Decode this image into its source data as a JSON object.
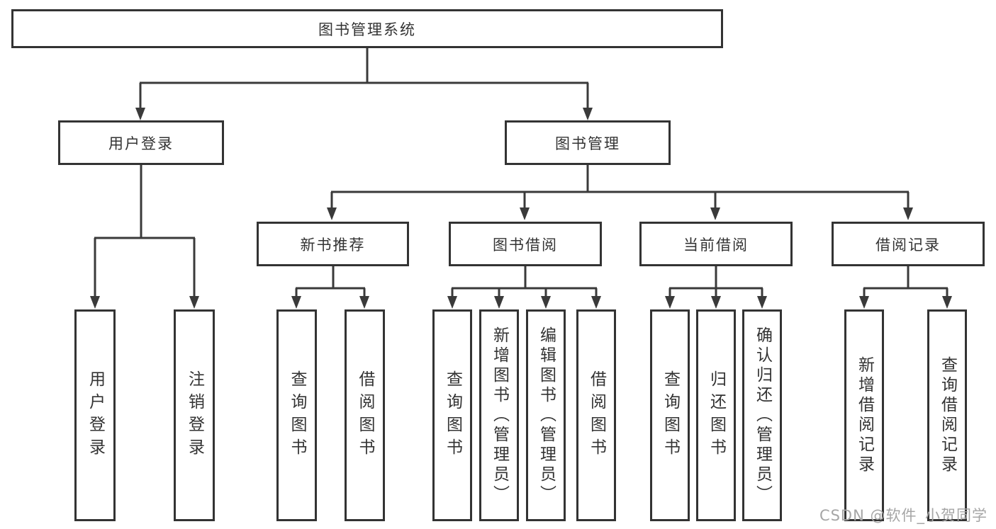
{
  "diagram": {
    "root": {
      "label": "图书管理系统",
      "children": [
        {
          "label": "用户登录",
          "children": [
            {
              "label": "用户登录"
            },
            {
              "label": "注销登录"
            }
          ]
        },
        {
          "label": "图书管理",
          "children": [
            {
              "label": "新书推荐",
              "children": [
                {
                  "label": "查询图书"
                },
                {
                  "label": "借阅图书"
                }
              ]
            },
            {
              "label": "图书借阅",
              "children": [
                {
                  "label": "查询图书"
                },
                {
                  "label": "新增图书（管理员）"
                },
                {
                  "label": "编辑图书（管理员）"
                },
                {
                  "label": "借阅图书"
                }
              ]
            },
            {
              "label": "当前借阅",
              "children": [
                {
                  "label": "查询图书"
                },
                {
                  "label": "归还图书"
                },
                {
                  "label": "确认归还（管理员）"
                }
              ]
            },
            {
              "label": "借阅记录",
              "children": [
                {
                  "label": "新增借阅记录"
                },
                {
                  "label": "查询借阅记录"
                }
              ]
            }
          ]
        }
      ]
    }
  },
  "colors": {
    "line": "#3a3a3a",
    "border": "#333333",
    "text": "#333333",
    "watermark": "#a6a6a6"
  },
  "watermark": {
    "text": "CSDN @软件_小贺同学"
  }
}
